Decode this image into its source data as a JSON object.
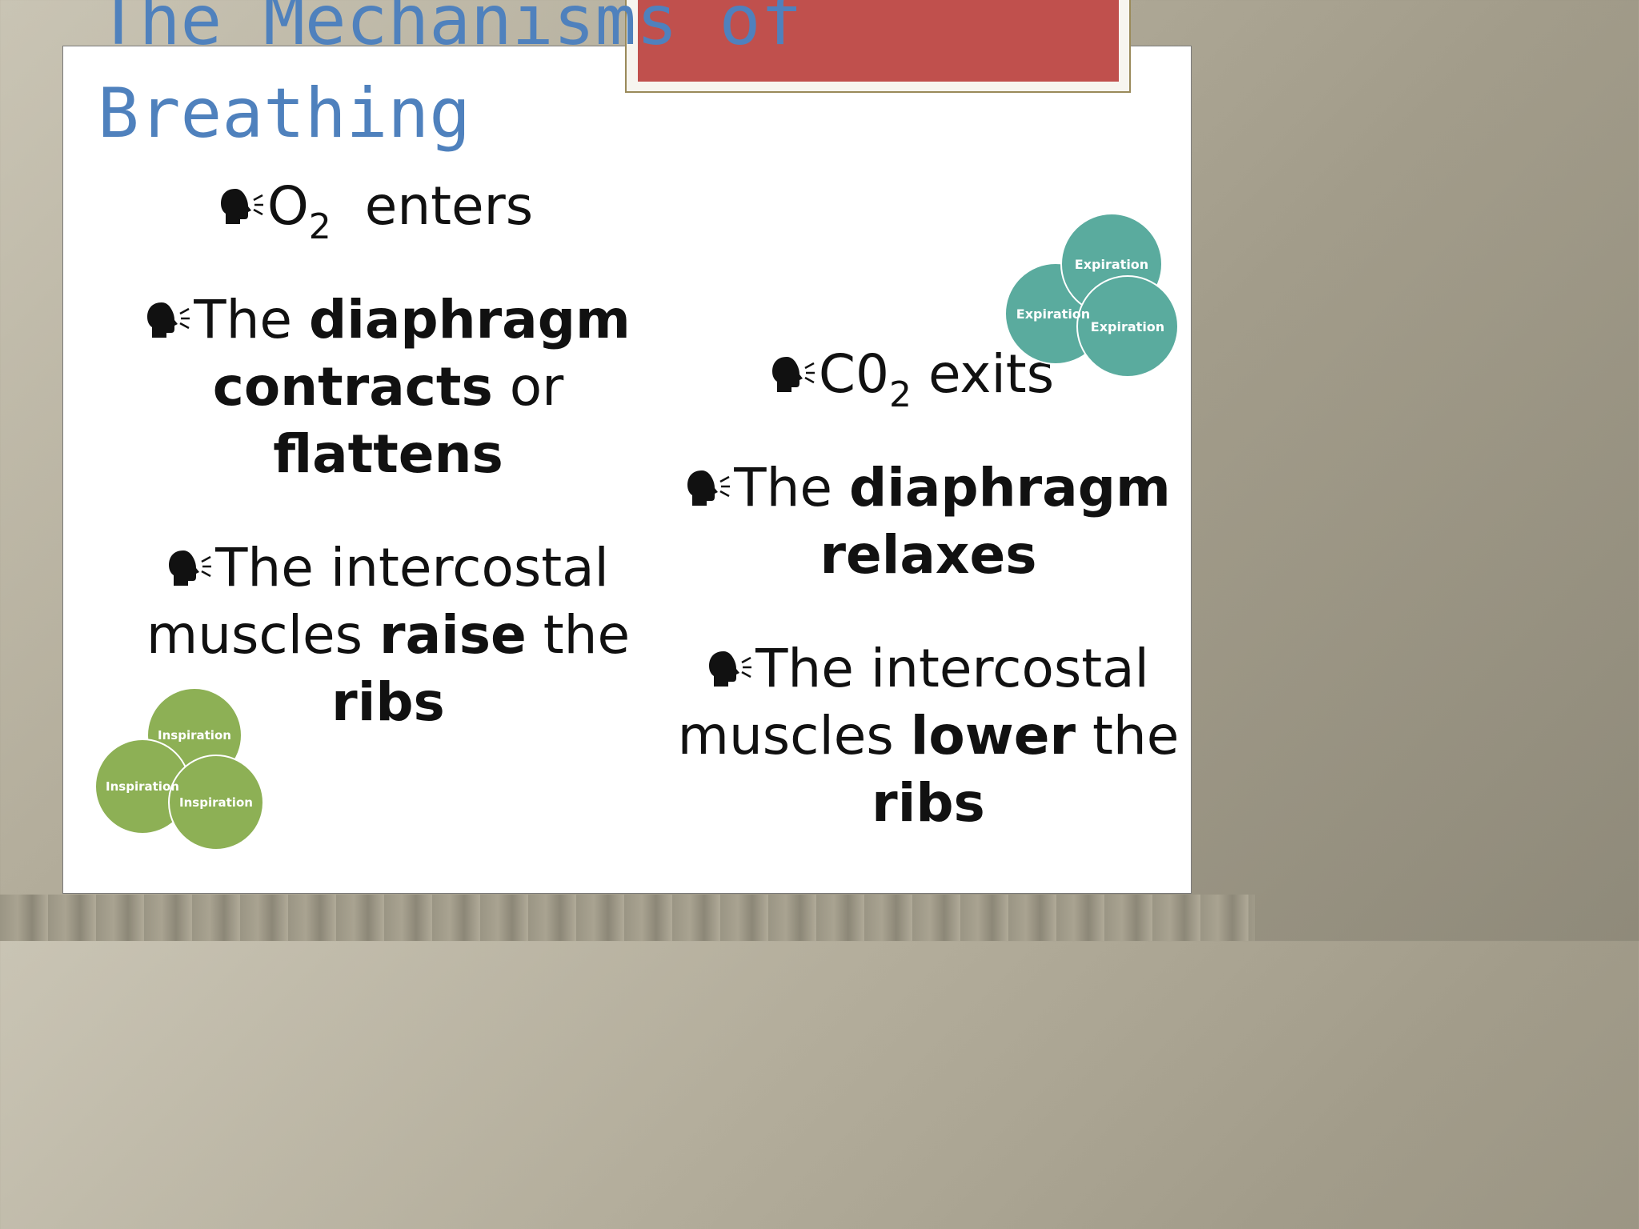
{
  "slide": {
    "title": "The Mechanisms of Breathing",
    "bullet_icon": "speaking-head-icon",
    "colors": {
      "title": "#4f81bd",
      "accent": "#c0504d",
      "inspiration": "#8db055",
      "expiration": "#5aab9e"
    }
  },
  "inspiration": {
    "bullets": [
      {
        "prefix": "O",
        "sub": "2",
        "rest": "enters"
      },
      {
        "p1": "The ",
        "b1": "diaphragm contracts",
        "p2": " or ",
        "b2": "flattens"
      },
      {
        "p1": "The intercostal muscles ",
        "b1": "raise",
        "p2": " the ",
        "b2": "ribs"
      }
    ],
    "circles": [
      "Inspiration",
      "Inspiration",
      "Inspiration"
    ]
  },
  "expiration": {
    "bullets": [
      {
        "prefix": "C0",
        "sub": "2",
        "rest": "exits"
      },
      {
        "p1": "The ",
        "b1": "diaphragm relaxes"
      },
      {
        "p1": "The intercostal muscles ",
        "b1": "lower",
        "p2": " the ",
        "b2": "ribs"
      }
    ],
    "circles": [
      "Expiration",
      "Expiration",
      "Expiration"
    ]
  }
}
